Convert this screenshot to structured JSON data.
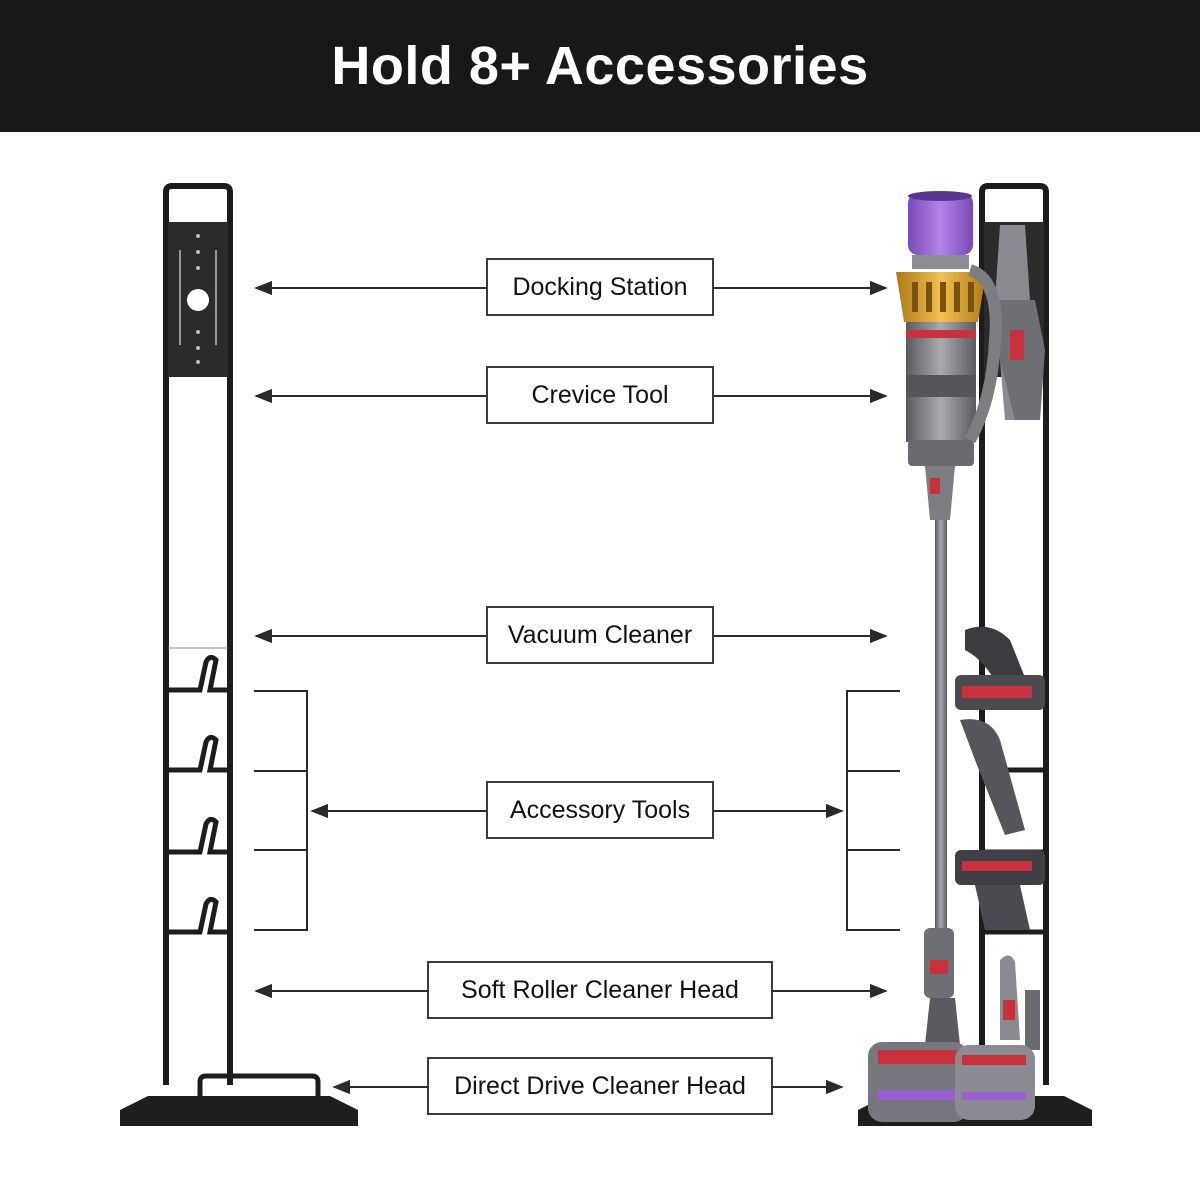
{
  "header": {
    "title": "Hold 8+ Accessories",
    "background": "#181818",
    "text_color": "#ffffff"
  },
  "labels": {
    "docking_station": "Docking Station",
    "crevice_tool": "Crevice Tool",
    "vacuum_cleaner": "Vacuum Cleaner",
    "accessory_tools": "Accessory Tools",
    "soft_roller": "Soft Roller Cleaner Head",
    "direct_drive": "Direct Drive Cleaner Head"
  },
  "colors": {
    "stand": "#1c1c1c",
    "vacuum_body": "#7d7d82",
    "cyclone_gold": "#d8a030",
    "bin_purple": "#9a5fd0",
    "accent_red": "#c8323c"
  },
  "illustrations": {
    "left": "empty floor stand with hooks",
    "right": "stand holding cordless vacuum and accessories"
  }
}
